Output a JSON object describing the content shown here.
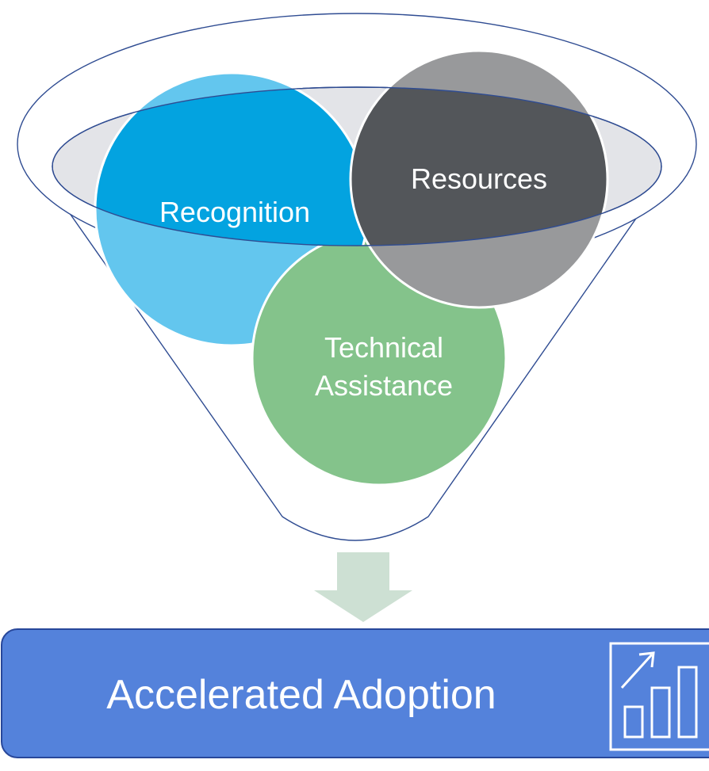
{
  "diagram": {
    "type": "funnel",
    "inputs": [
      {
        "id": "recognition",
        "label": "Recognition",
        "color": "#03a3e0",
        "lower_color": "#63c6ee"
      },
      {
        "id": "resources",
        "label": "Resources",
        "color": "#53565a",
        "lower_color": "#98999b"
      },
      {
        "id": "technical_assistance",
        "label_lines": [
          "Technical",
          "Assistance"
        ],
        "color": "#84c38b"
      }
    ],
    "arrow_color": "#cde0d3",
    "funnel_ring_color": "#e3e4e8",
    "funnel_outline_color": "#2f4c92",
    "result": {
      "label": "Accelerated Adoption",
      "fill_color": "#5482db",
      "border_color": "#28479a",
      "icon": "bar-chart-growth-icon"
    }
  }
}
